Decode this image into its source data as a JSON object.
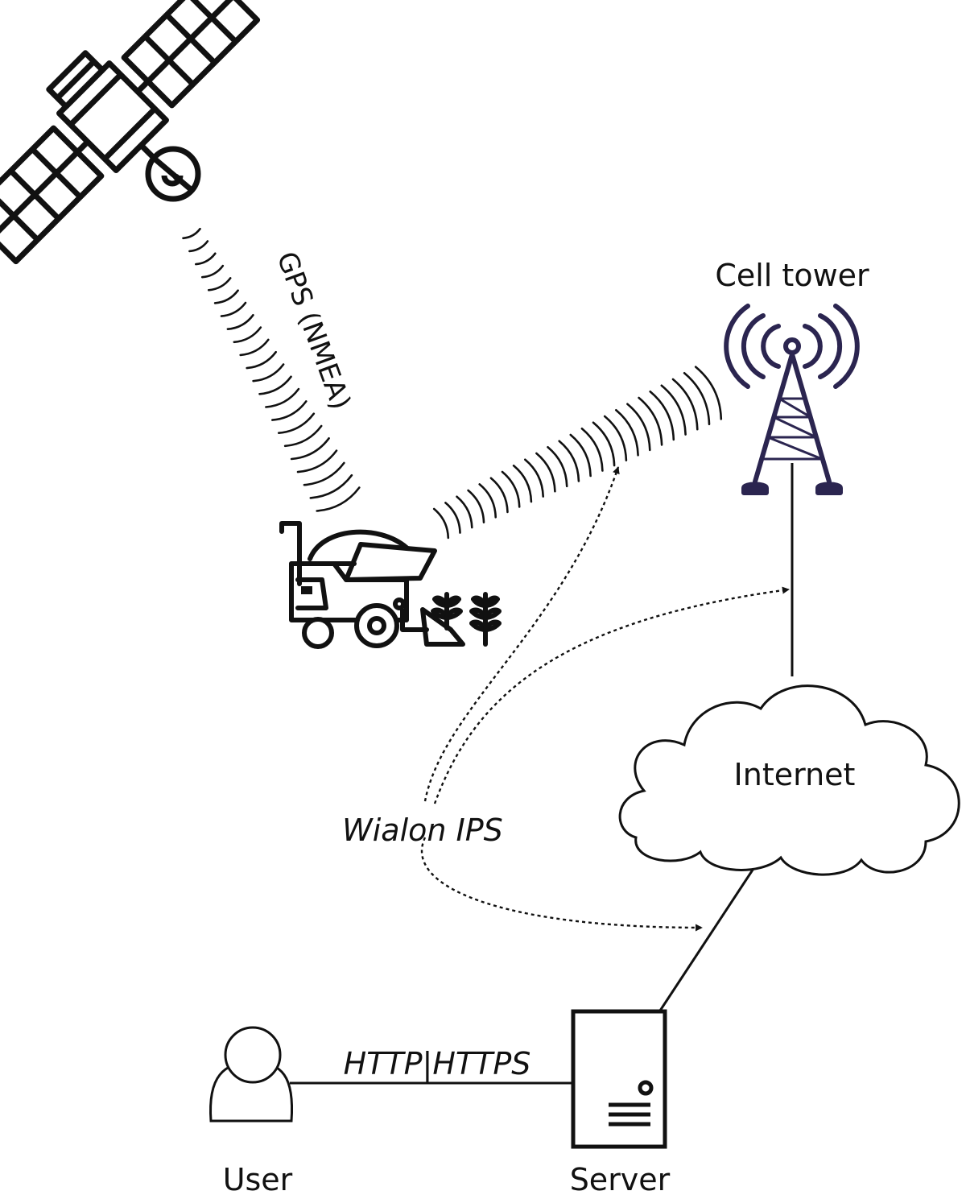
{
  "labels": {
    "gps": "GPS (NMEA)",
    "cell_tower": "Cell tower",
    "internet": "Internet",
    "wialon": "Wialon IPS",
    "http": "HTTP|HTTPS",
    "user": "User",
    "server": "Server"
  },
  "colors": {
    "line": "#111111",
    "tower": "#2b2550",
    "background": "#ffffff"
  },
  "icons": {
    "satellite": "satellite-icon",
    "harvester": "harvester-icon",
    "cell_tower": "cell-tower-icon",
    "cloud": "cloud-icon",
    "user": "user-icon",
    "server": "server-icon"
  }
}
